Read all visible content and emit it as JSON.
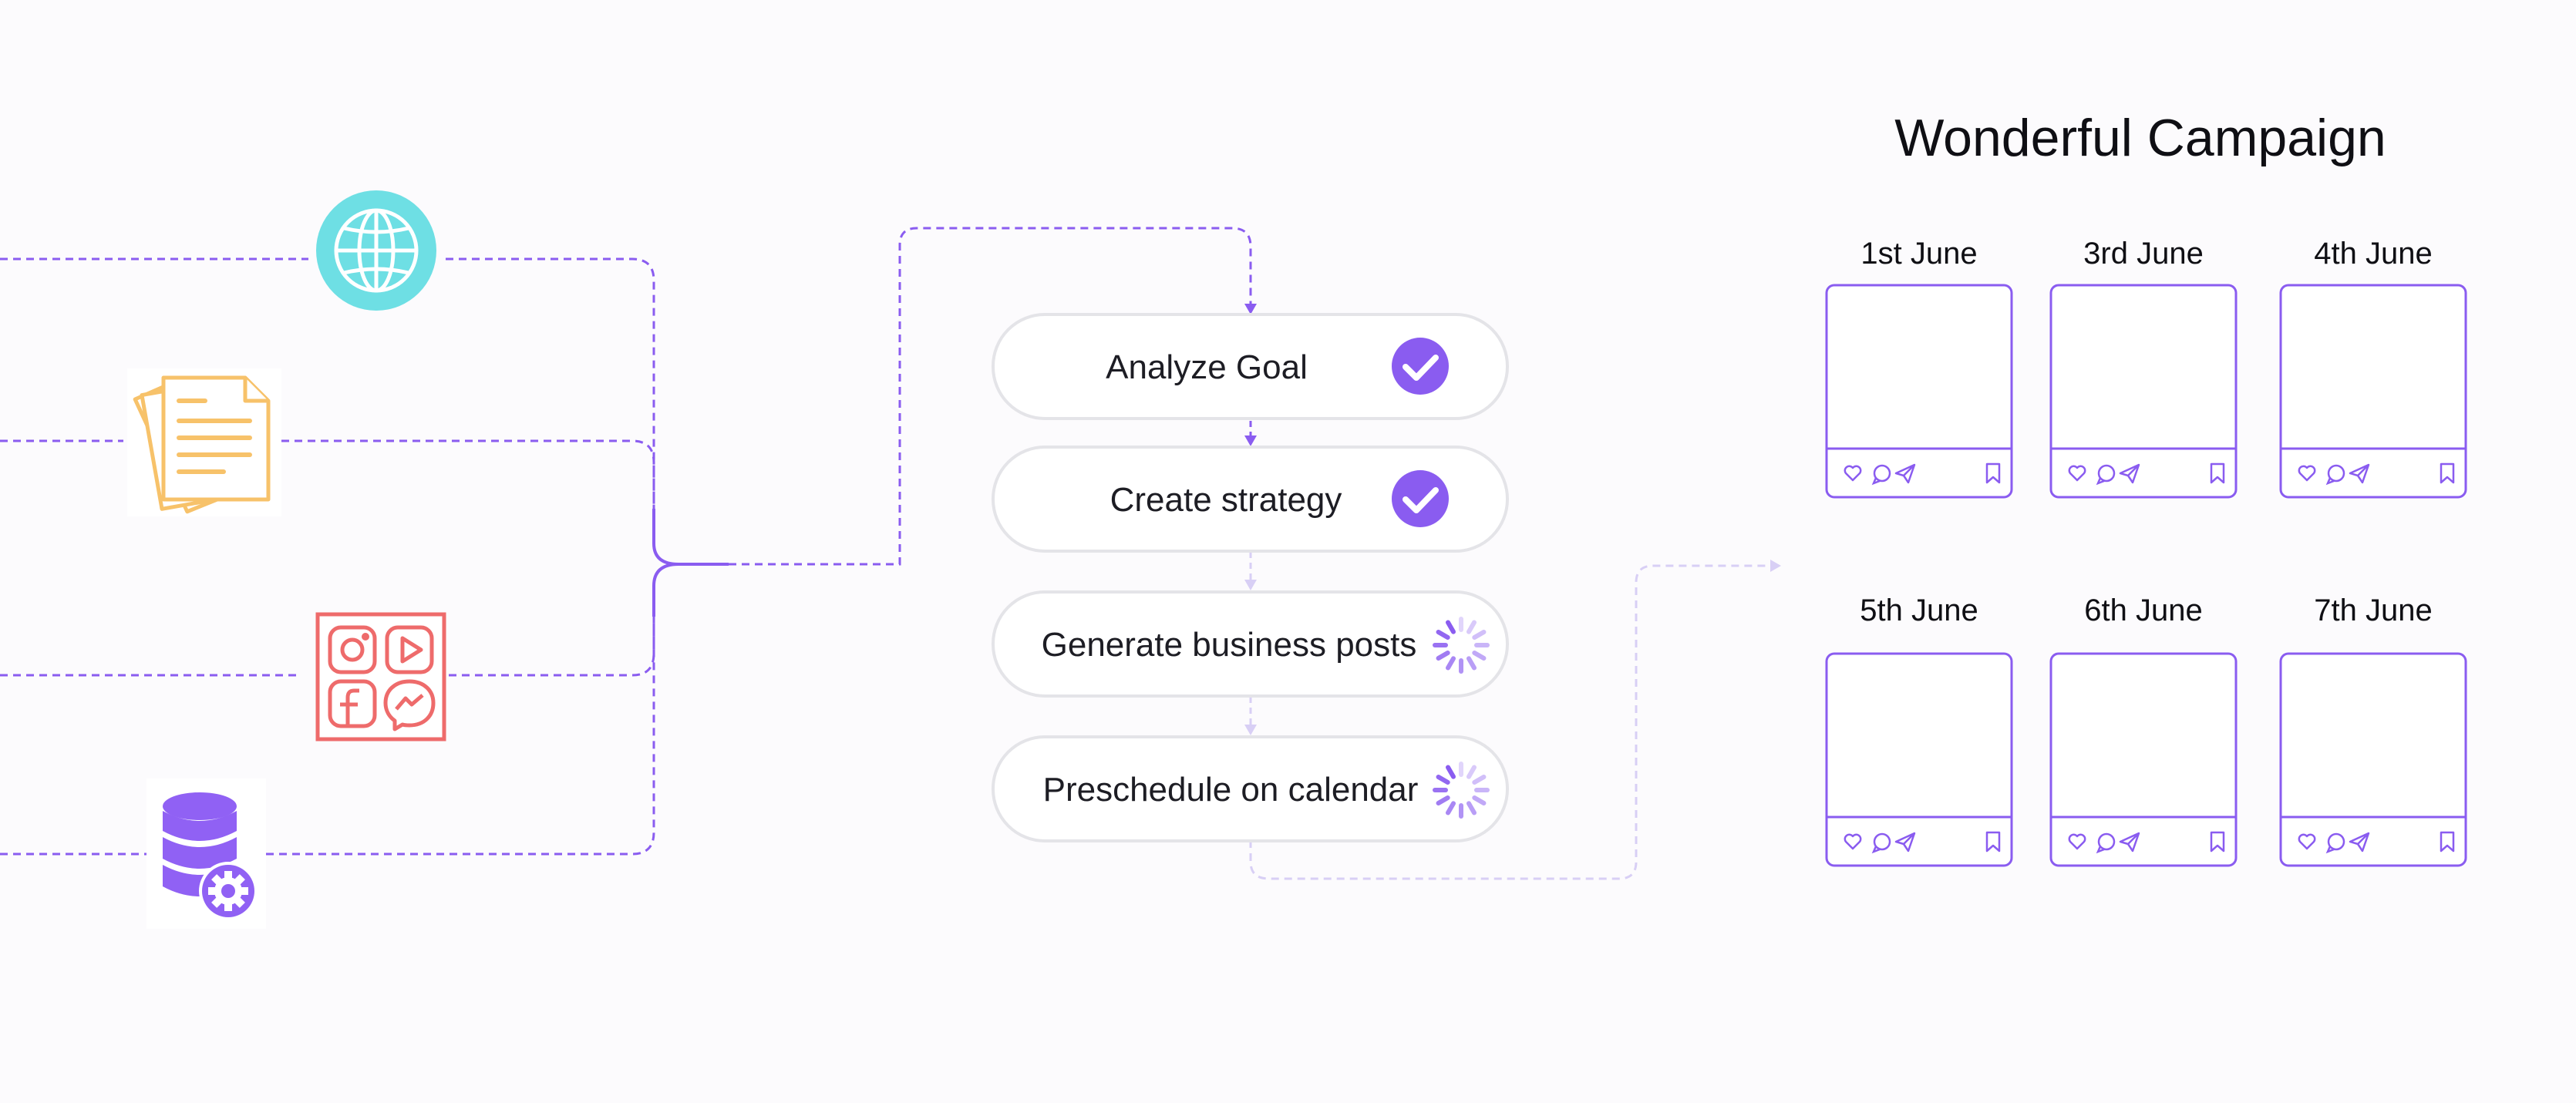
{
  "campaign": {
    "title": "Wonderful Campaign",
    "dates": [
      "1st June",
      "3rd June",
      "4th June",
      "5th June",
      "6th June",
      "7th June"
    ]
  },
  "steps": [
    {
      "label": "Analyze Goal",
      "status": "done"
    },
    {
      "label": "Create strategy",
      "status": "done"
    },
    {
      "label": "Generate business posts",
      "status": "loading"
    },
    {
      "label": "Preschedule on calendar",
      "status": "loading"
    }
  ],
  "sources": [
    {
      "icon": "globe-icon"
    },
    {
      "icon": "documents-icon"
    },
    {
      "icon": "social-media-apps-icon"
    },
    {
      "icon": "database-settings-icon"
    }
  ],
  "colors": {
    "accent": "#8a5cf0",
    "accent_light": "#d8cff5",
    "globe": "#6edfe4",
    "documents": "#f7c26a",
    "social": "#ee6b6b",
    "database": "#9061f4"
  }
}
